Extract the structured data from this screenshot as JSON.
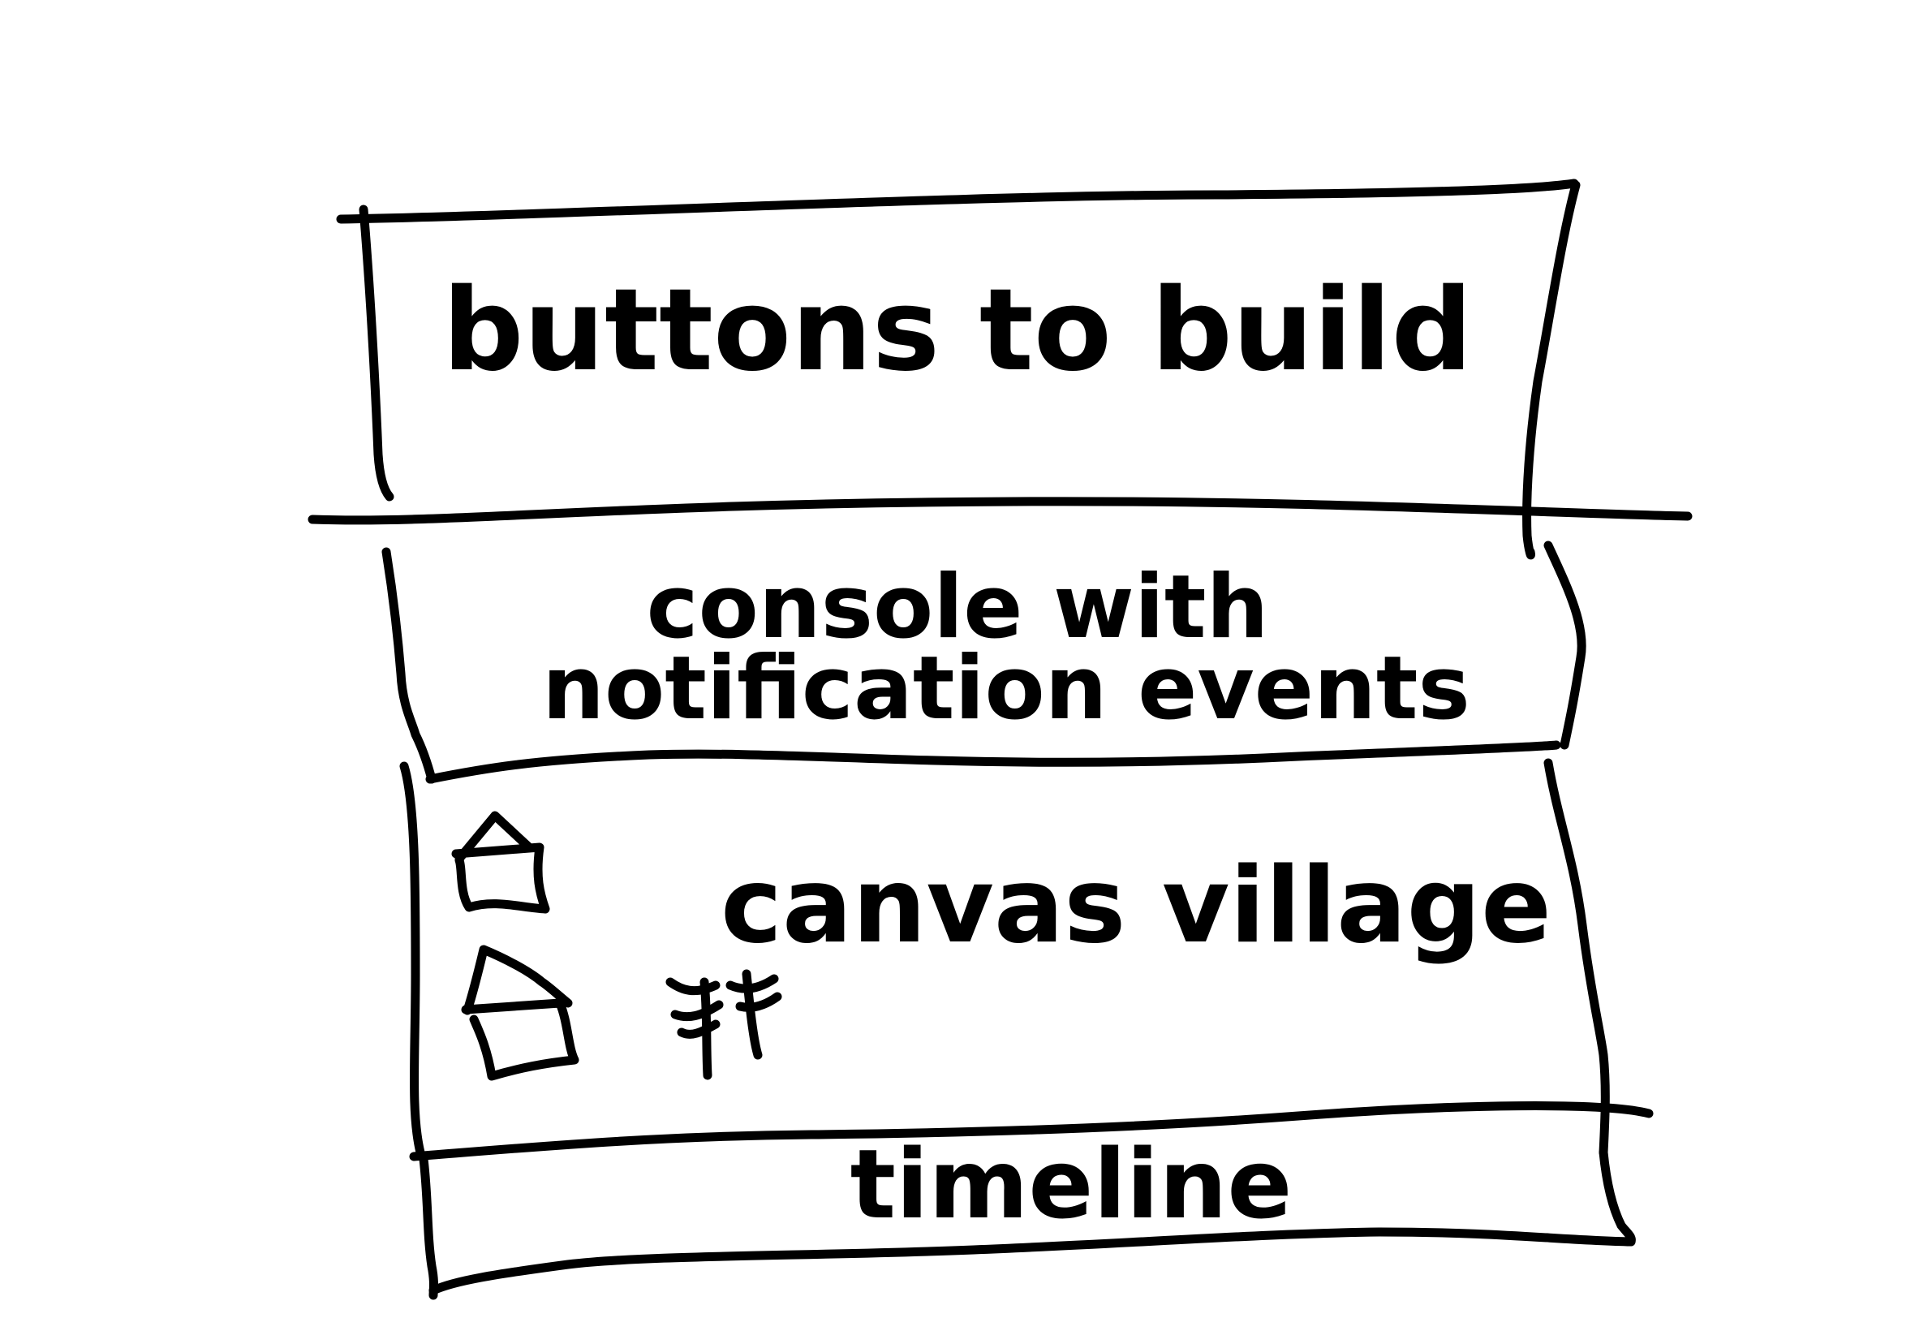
{
  "sections": {
    "toolbar": {
      "label": "buttons to build"
    },
    "console": {
      "label_line1": "console with",
      "label_line2": "notification events"
    },
    "canvas": {
      "label": "canvas village",
      "building_icons": [
        "house-icon",
        "house-icon"
      ],
      "tree_icons": [
        "tree-icon",
        "tree-icon"
      ]
    },
    "timeline": {
      "label": "timeline"
    }
  },
  "colors": {
    "ink": "#000000",
    "paper": "#ffffff"
  }
}
